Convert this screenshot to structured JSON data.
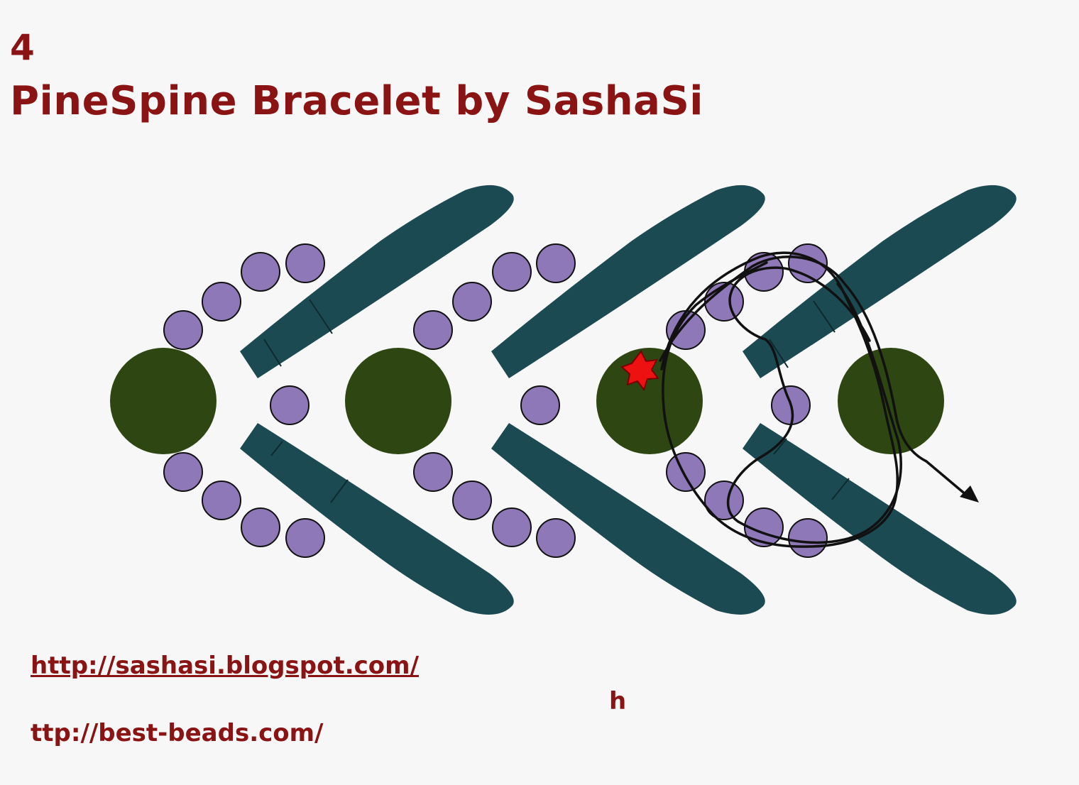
{
  "header": {
    "step_number": "4",
    "title": "PineSpine Bracelet by SashaSi"
  },
  "footer": {
    "link_primary": "http://sashasi.blogspot.com/",
    "link_secondary": "ttp://best-beads.com/",
    "stray_char": "h"
  },
  "diagram": {
    "units": 4,
    "colors": {
      "background": "#f7f7f7",
      "title_text": "#8a1414",
      "dagger_bead": "#1c4a52",
      "round_bead": "#2e4712",
      "seed_bead": "#8f78b8",
      "thread_path": "#111111",
      "start_marker": "#ee1111"
    },
    "icons": {
      "start": "red-star-icon",
      "direction": "arrow-head-icon"
    }
  }
}
